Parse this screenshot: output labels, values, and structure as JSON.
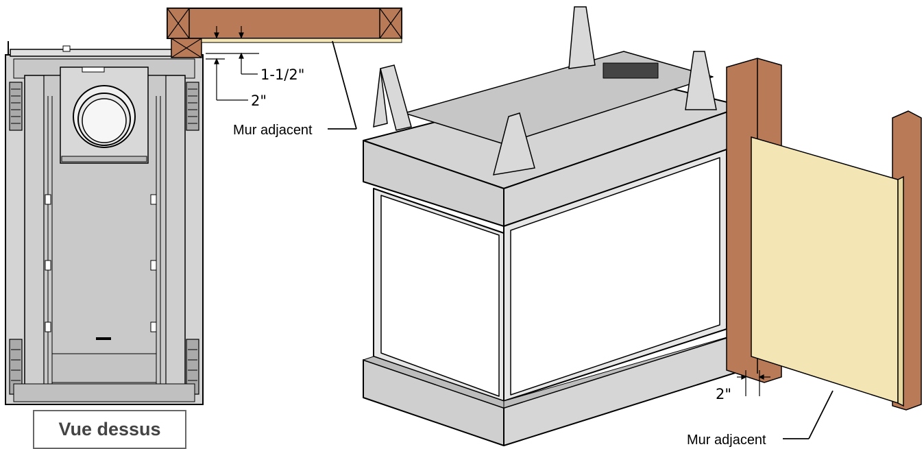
{
  "top_view": {
    "title": "Vue dessus",
    "dim_a": "1-1/2\"",
    "dim_b": "2\"",
    "wall_label": "Mur adjacent"
  },
  "iso_view": {
    "dim_gap": "2\"",
    "wall_label": "Mur adjacent"
  },
  "colors": {
    "stud_wood": "#b97a57",
    "drywall": "#f4e6b4",
    "metal": "#d0d0d0",
    "glass": "#ffffff",
    "outline": "#000000"
  }
}
